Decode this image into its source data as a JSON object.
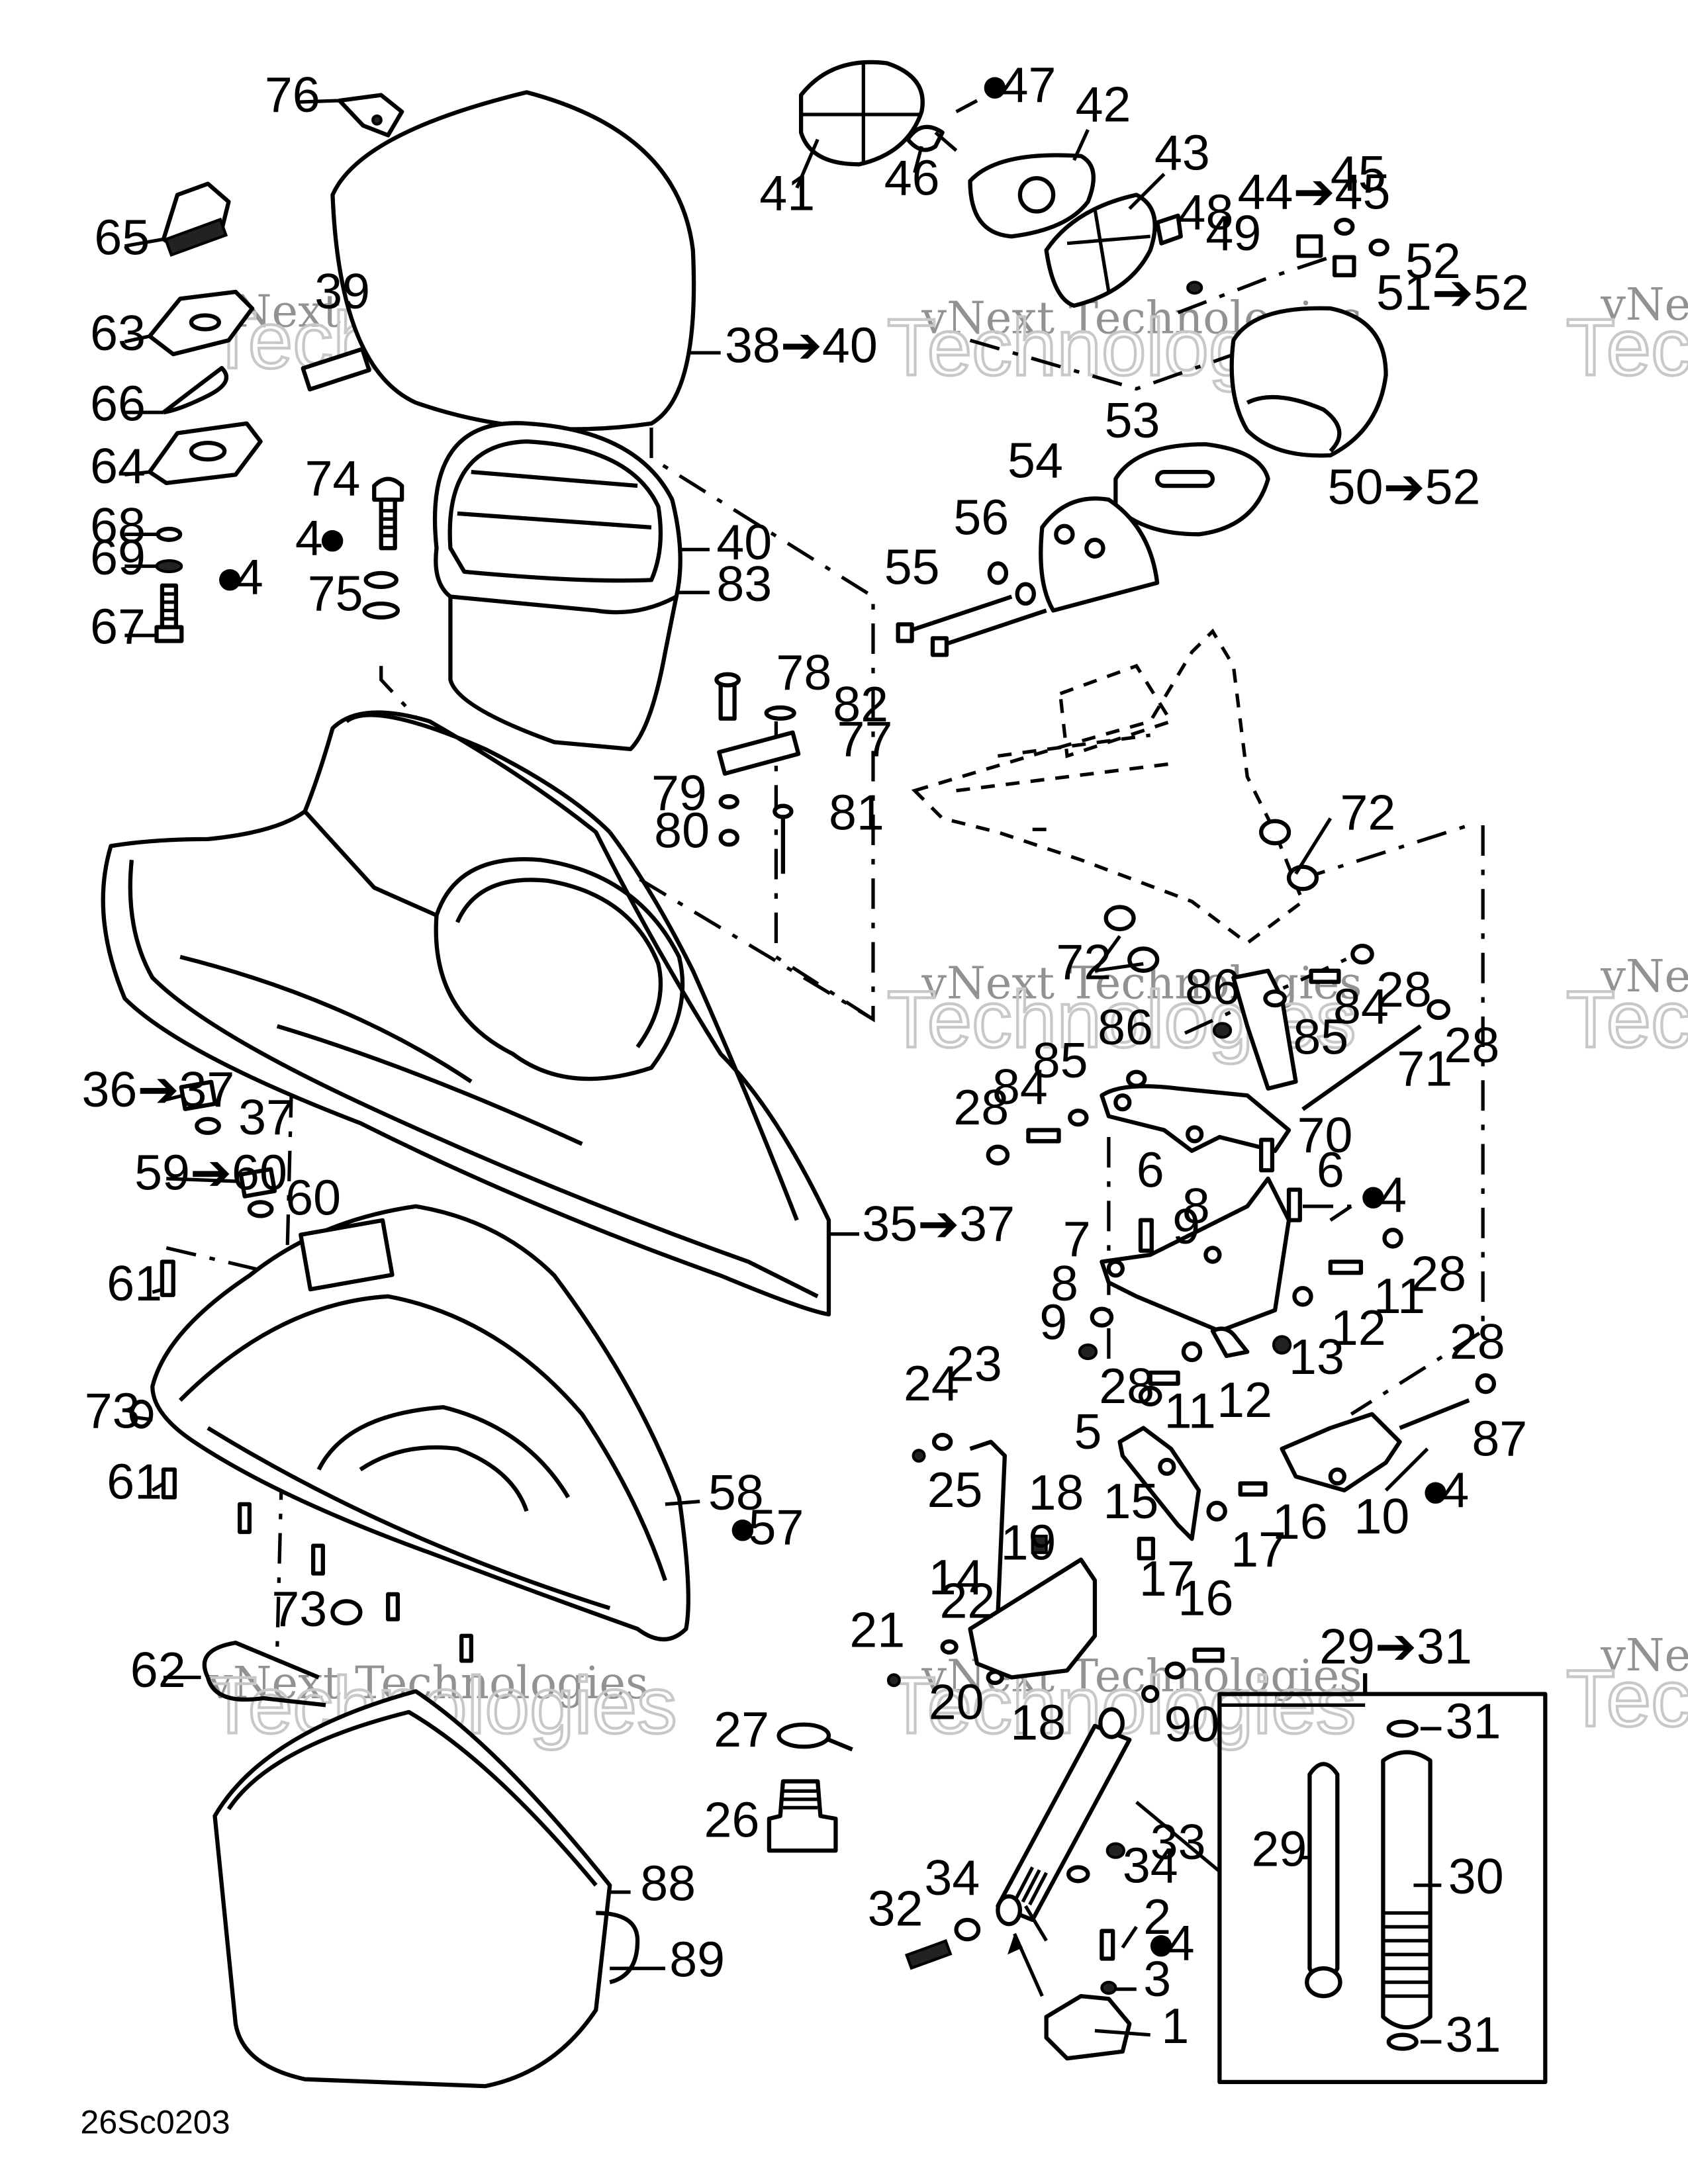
{
  "diagram_code": "26Sc0203",
  "watermark": {
    "line1": "vNext Technologies",
    "line2": "Technologies",
    "edge1": "vNext",
    "edge2": "Techn"
  },
  "arrow": "➔",
  "drop_glyph": "💧",
  "callouts": [
    {
      "id": "76",
      "text": "76"
    },
    {
      "id": "65",
      "text": "65"
    },
    {
      "id": "63",
      "text": "63"
    },
    {
      "id": "39",
      "text": "39"
    },
    {
      "id": "66",
      "text": "66"
    },
    {
      "id": "64",
      "text": "64"
    },
    {
      "id": "68",
      "text": "68"
    },
    {
      "id": "69",
      "text": "69"
    },
    {
      "id": "67",
      "text": "67"
    },
    {
      "id": "4a",
      "text": "4"
    },
    {
      "id": "74",
      "text": "74"
    },
    {
      "id": "4b",
      "text": "4"
    },
    {
      "id": "75",
      "text": "75"
    },
    {
      "id": "38_40",
      "text": "38➔40"
    },
    {
      "id": "40",
      "text": "40"
    },
    {
      "id": "83",
      "text": "83"
    },
    {
      "id": "41",
      "text": "41"
    },
    {
      "id": "47",
      "text": "47"
    },
    {
      "id": "46",
      "text": "46"
    },
    {
      "id": "42",
      "text": "42"
    },
    {
      "id": "43",
      "text": "43"
    },
    {
      "id": "44_45",
      "text": "44➔45"
    },
    {
      "id": "45",
      "text": "45"
    },
    {
      "id": "48",
      "text": "48"
    },
    {
      "id": "49",
      "text": "49"
    },
    {
      "id": "52",
      "text": "52"
    },
    {
      "id": "51_52",
      "text": "51➔52"
    },
    {
      "id": "53",
      "text": "53"
    },
    {
      "id": "54",
      "text": "54"
    },
    {
      "id": "50_52",
      "text": "50➔52"
    },
    {
      "id": "56",
      "text": "56"
    },
    {
      "id": "55",
      "text": "55"
    },
    {
      "id": "78",
      "text": "78"
    },
    {
      "id": "82",
      "text": "82"
    },
    {
      "id": "77",
      "text": "77"
    },
    {
      "id": "79",
      "text": "79"
    },
    {
      "id": "81",
      "text": "81"
    },
    {
      "id": "80",
      "text": "80"
    },
    {
      "id": "72a",
      "text": "72"
    },
    {
      "id": "72b",
      "text": "72"
    },
    {
      "id": "86a",
      "text": "86"
    },
    {
      "id": "84a",
      "text": "84"
    },
    {
      "id": "28a",
      "text": "28"
    },
    {
      "id": "85a",
      "text": "85"
    },
    {
      "id": "28b",
      "text": "28"
    },
    {
      "id": "86b",
      "text": "86"
    },
    {
      "id": "71",
      "text": "71"
    },
    {
      "id": "85b",
      "text": "85"
    },
    {
      "id": "84b",
      "text": "84"
    },
    {
      "id": "28c",
      "text": "28"
    },
    {
      "id": "70",
      "text": "70"
    },
    {
      "id": "6a",
      "text": "6"
    },
    {
      "id": "6b",
      "text": "6"
    },
    {
      "id": "4c",
      "text": "4"
    },
    {
      "id": "36_37",
      "text": "36➔37"
    },
    {
      "id": "37",
      "text": "37"
    },
    {
      "id": "59_60",
      "text": "59➔60"
    },
    {
      "id": "60",
      "text": "60"
    },
    {
      "id": "35_37",
      "text": "35➔37"
    },
    {
      "id": "8a",
      "text": "8"
    },
    {
      "id": "9a",
      "text": "9"
    },
    {
      "id": "7",
      "text": "7"
    },
    {
      "id": "28d",
      "text": "28"
    },
    {
      "id": "11a",
      "text": "11"
    },
    {
      "id": "61a",
      "text": "61"
    },
    {
      "id": "8b",
      "text": "8"
    },
    {
      "id": "9b",
      "text": "9"
    },
    {
      "id": "12a",
      "text": "12"
    },
    {
      "id": "13",
      "text": "13"
    },
    {
      "id": "28e",
      "text": "28"
    },
    {
      "id": "28f",
      "text": "28"
    },
    {
      "id": "11b",
      "text": "11"
    },
    {
      "id": "12b",
      "text": "12"
    },
    {
      "id": "73a",
      "text": "73"
    },
    {
      "id": "24",
      "text": "24"
    },
    {
      "id": "23",
      "text": "23"
    },
    {
      "id": "5",
      "text": "5"
    },
    {
      "id": "87",
      "text": "87"
    },
    {
      "id": "61b",
      "text": "61"
    },
    {
      "id": "25",
      "text": "25"
    },
    {
      "id": "4d",
      "text": "4"
    },
    {
      "id": "10",
      "text": "10"
    },
    {
      "id": "58",
      "text": "58"
    },
    {
      "id": "18a",
      "text": "18"
    },
    {
      "id": "15",
      "text": "15"
    },
    {
      "id": "16a",
      "text": "16"
    },
    {
      "id": "57",
      "text": "57"
    },
    {
      "id": "19",
      "text": "19"
    },
    {
      "id": "17a",
      "text": "17"
    },
    {
      "id": "14",
      "text": "14"
    },
    {
      "id": "73b",
      "text": "73"
    },
    {
      "id": "22",
      "text": "22"
    },
    {
      "id": "17b",
      "text": "17"
    },
    {
      "id": "16b",
      "text": "16"
    },
    {
      "id": "21",
      "text": "21"
    },
    {
      "id": "29_31",
      "text": "29➔31"
    },
    {
      "id": "20",
      "text": "20"
    },
    {
      "id": "62",
      "text": "62"
    },
    {
      "id": "18b",
      "text": "18"
    },
    {
      "id": "90",
      "text": "90"
    },
    {
      "id": "31a",
      "text": "31"
    },
    {
      "id": "27",
      "text": "27"
    },
    {
      "id": "26",
      "text": "26"
    },
    {
      "id": "33",
      "text": "33"
    },
    {
      "id": "29",
      "text": "29"
    },
    {
      "id": "30",
      "text": "30"
    },
    {
      "id": "34a",
      "text": "34"
    },
    {
      "id": "34b",
      "text": "34"
    },
    {
      "id": "88",
      "text": "88"
    },
    {
      "id": "32",
      "text": "32"
    },
    {
      "id": "2",
      "text": "2"
    },
    {
      "id": "4e",
      "text": "4"
    },
    {
      "id": "89",
      "text": "89"
    },
    {
      "id": "3",
      "text": "3"
    },
    {
      "id": "1",
      "text": "1"
    },
    {
      "id": "31b",
      "text": "31"
    }
  ]
}
